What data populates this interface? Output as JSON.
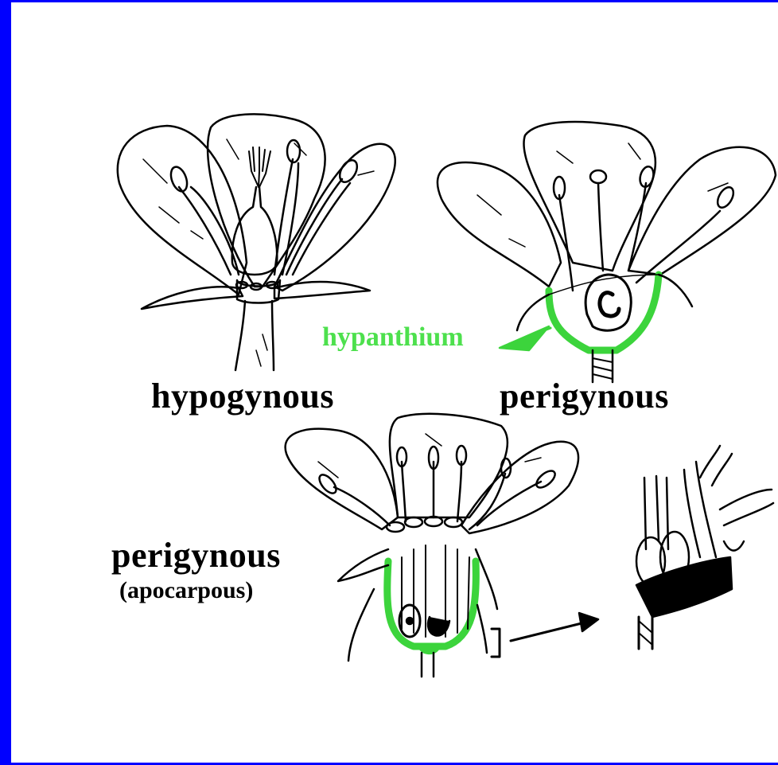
{
  "labels": {
    "hypogynous": "hypogynous",
    "perigynous_top": "perigynous",
    "hypanthium": "hypanthium",
    "perigynous_bottom": "perigynous",
    "apocarpous": "(apocarpous)"
  },
  "colors": {
    "frame": "#0000ff",
    "hypanthium": "#3cd43c",
    "ink": "#000000"
  }
}
